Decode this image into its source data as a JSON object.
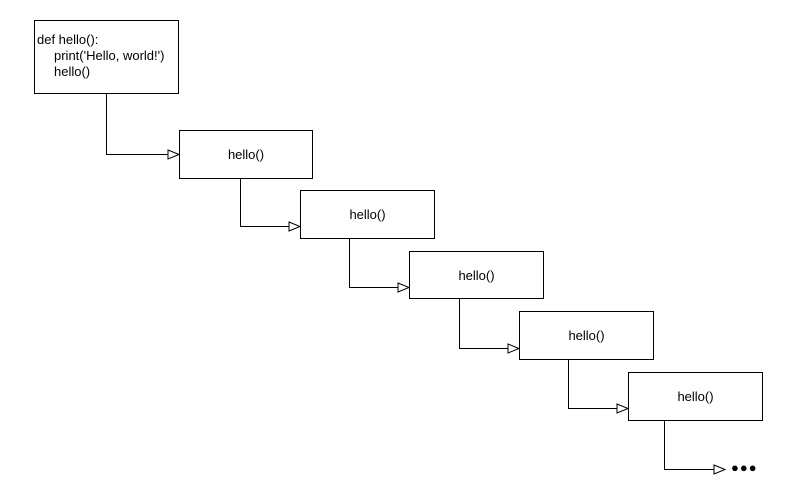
{
  "source": {
    "lines": [
      "def hello():",
      "print('Hello, world!')",
      "hello()"
    ]
  },
  "calls": [
    {
      "label": "hello()"
    },
    {
      "label": "hello()"
    },
    {
      "label": "hello()"
    },
    {
      "label": "hello()"
    },
    {
      "label": "hello()"
    }
  ],
  "continuation": {
    "glyph": "●●●"
  }
}
